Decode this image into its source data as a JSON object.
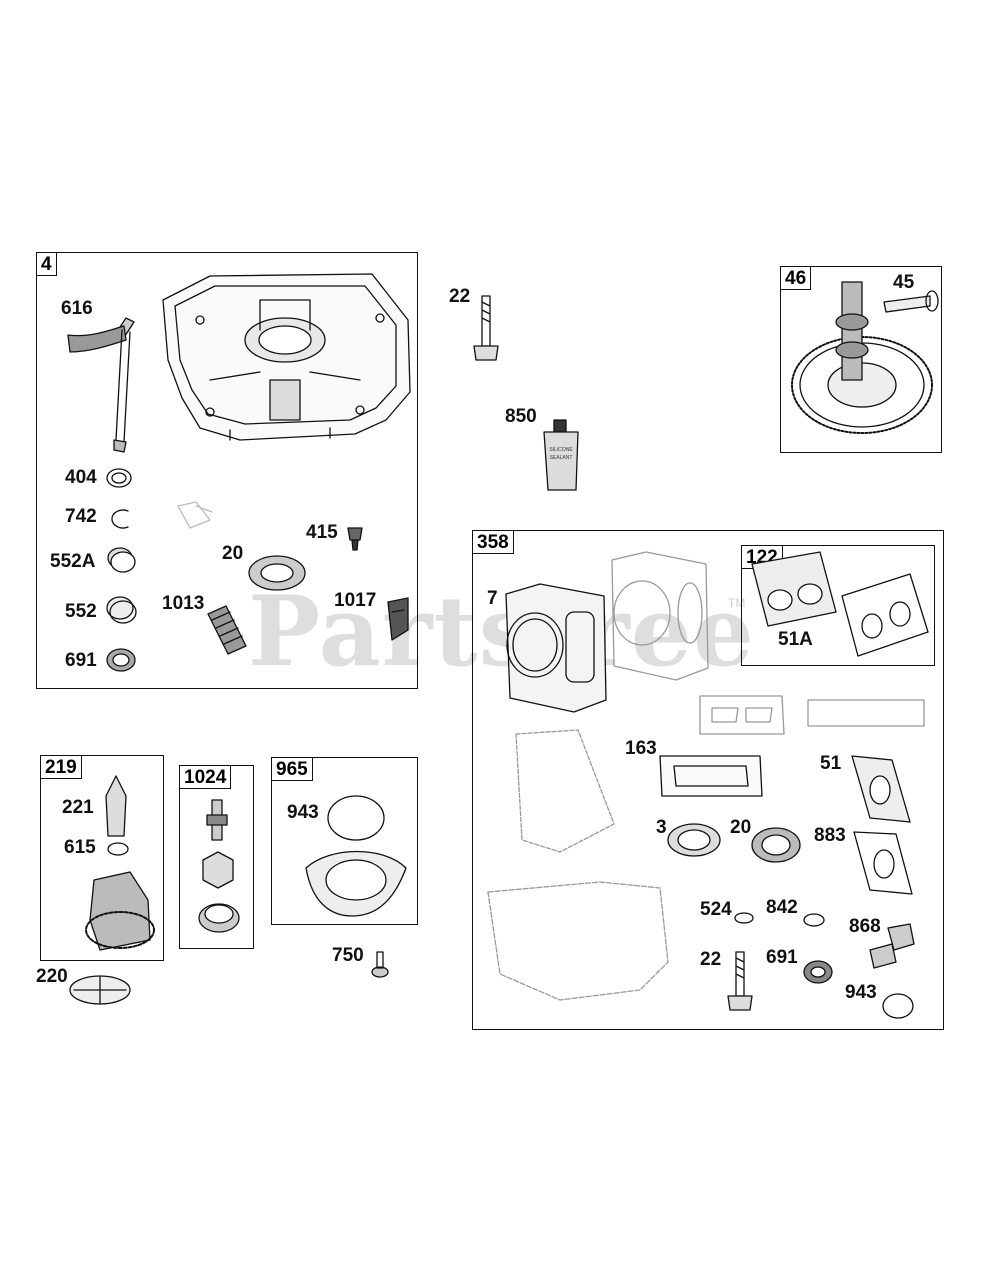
{
  "watermark": {
    "text": "Partstree",
    "tm": "TM"
  },
  "groups": {
    "crankcase": "4",
    "camshaft": "46",
    "gasket_set": "358",
    "valve_gasket": "122",
    "governor": "219",
    "oil_pump": "1024",
    "oil_filter_adapter": "965"
  },
  "labels": {
    "p616": "616",
    "p404": "404",
    "p742": "742",
    "p552a": "552A",
    "p552": "552",
    "p691a": "691",
    "p20a": "20",
    "p1013": "1013",
    "p415": "415",
    "p1017": "1017",
    "p22a": "22",
    "p850": "850",
    "p45": "45",
    "p7": "7",
    "p51a": "51A",
    "p163": "163",
    "p51": "51",
    "p3": "3",
    "p20b": "20",
    "p883": "883",
    "p524": "524",
    "p842": "842",
    "p868": "868",
    "p22b": "22",
    "p691b": "691",
    "p943b": "943",
    "p221": "221",
    "p615": "615",
    "p220": "220",
    "p943a": "943",
    "p750": "750"
  },
  "tube_text": {
    "line1": "SILICONE",
    "line2": "SEALANT"
  }
}
